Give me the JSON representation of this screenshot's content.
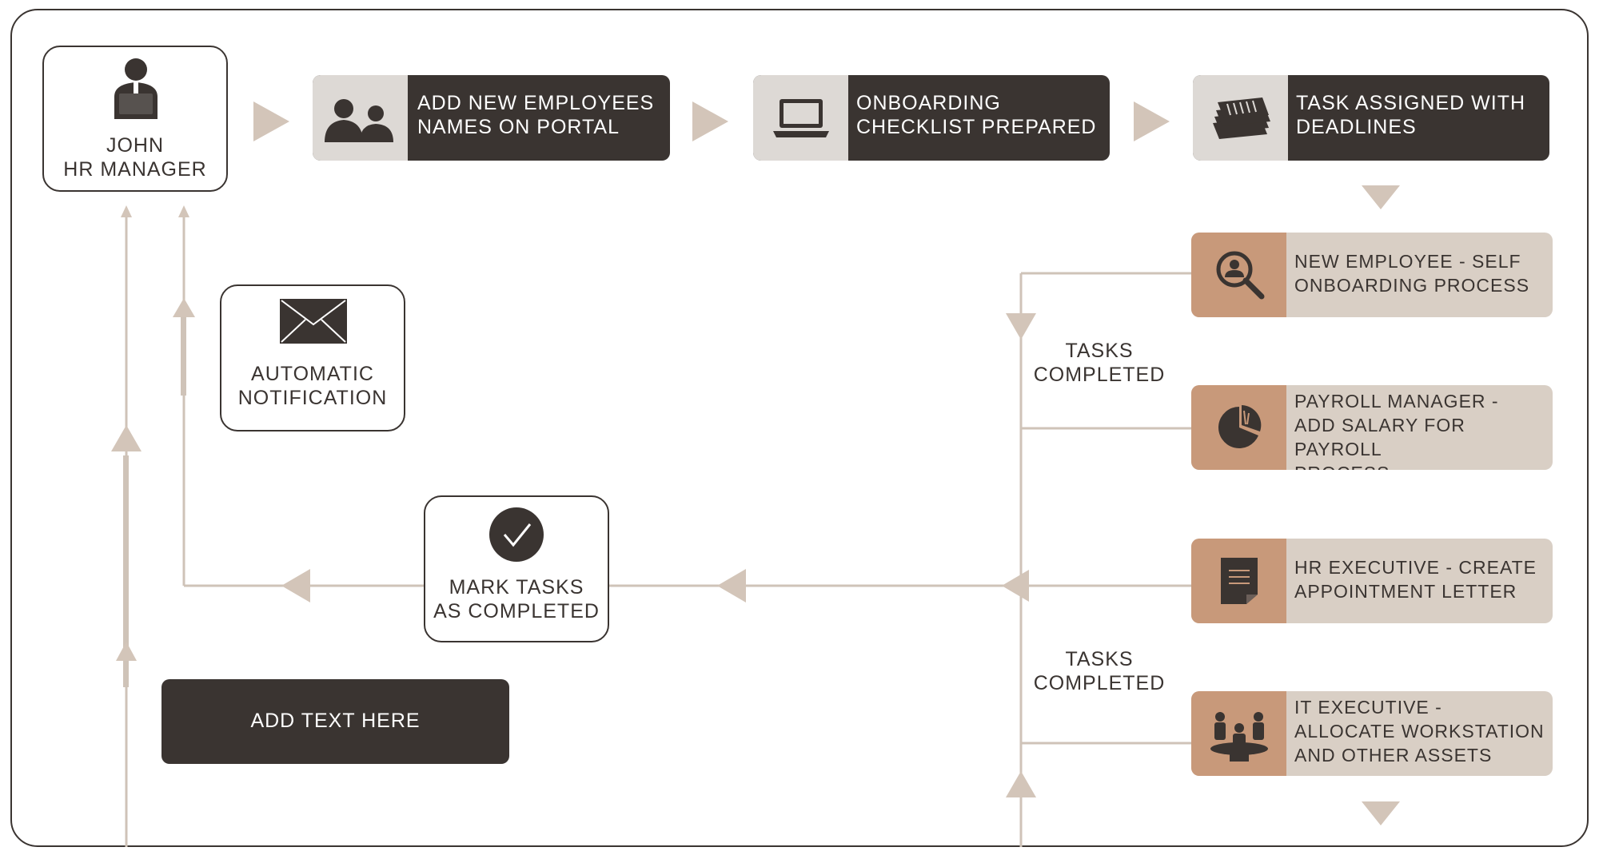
{
  "colors": {
    "dark": "#3a3431",
    "beige": "#d9cfc5",
    "beige_light": "#ddd9d5",
    "tan": "#c8997a",
    "line": "#cfc3b8",
    "white": "#ffffff"
  },
  "manager": {
    "name": "JOHN",
    "role": "HR MANAGER",
    "icon": "manager-icon"
  },
  "top_steps": [
    {
      "text": "ADD NEW EMPLOYEES\nNAMES ON PORTAL",
      "icon": "employees-icon"
    },
    {
      "text": "ONBOARDING\nCHECKLIST PREPARED",
      "icon": "laptop-icon"
    },
    {
      "text": "TASK ASSIGNED WITH\nDEADLINES",
      "icon": "documents-icon"
    }
  ],
  "tasks": [
    {
      "text": "NEW EMPLOYEE - SELF\nONBOARDING PROCESS",
      "icon": "search-person-icon"
    },
    {
      "text": "PAYROLL MANAGER -\nADD SALARY FOR PAYROLL\nPROCESS",
      "icon": "pie-chart-icon"
    },
    {
      "text": "HR EXECUTIVE - CREATE\nAPPOINTMENT LETTER",
      "icon": "document-icon"
    },
    {
      "text": "IT EXECUTIVE -\nALLOCATE WORKSTATION\nAND OTHER ASSETS",
      "icon": "meeting-icon"
    }
  ],
  "tasks_completed_1": "TASKS\nCOMPLETED",
  "tasks_completed_2": "TASKS\nCOMPLETED",
  "notification": {
    "text": "AUTOMATIC\nNOTIFICATION",
    "icon": "envelope-icon"
  },
  "mark_tasks": {
    "text": "MARK TASKS\nAS COMPLETED",
    "icon": "checkmark-icon"
  },
  "add_text": "ADD TEXT HERE"
}
